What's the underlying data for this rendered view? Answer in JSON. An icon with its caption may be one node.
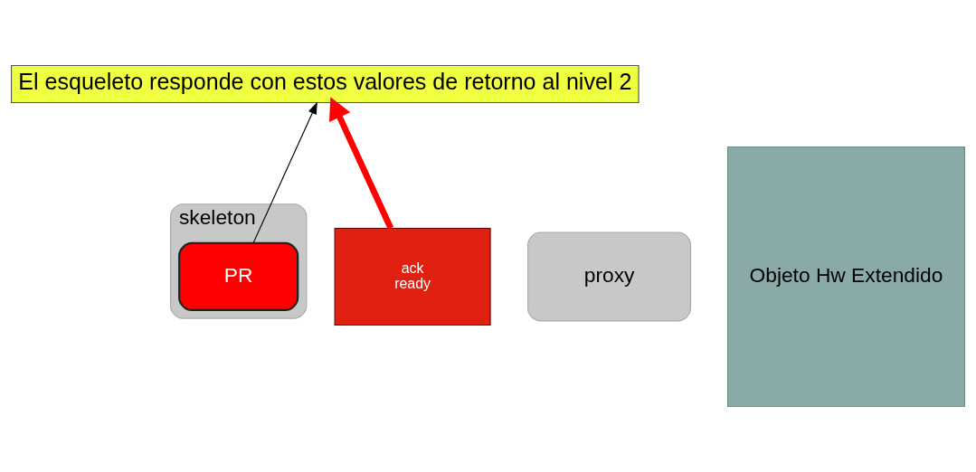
{
  "diagram": {
    "nodes": [
      {
        "text": [
          "El esqueleto responde con estos valores de retorno al nivel 2"
        ]
      },
      {
        "text": [
          "skeleton"
        ]
      },
      {
        "text": [
          "PR"
        ],
        "in": 1
      },
      {
        "text": [
          "proxy"
        ]
      },
      {
        "text": [
          "Objeto Hw Extendido"
        ]
      },
      {
        "text": [
          "ack",
          "ready"
        ]
      }
    ],
    "edges": [
      {
        "from": 2,
        "to": 0,
        "arrow": "to"
      },
      {
        "from": 5,
        "to": 0,
        "arrow": "to",
        "style": "thick",
        "color": "#ff0000"
      }
    ]
  }
}
